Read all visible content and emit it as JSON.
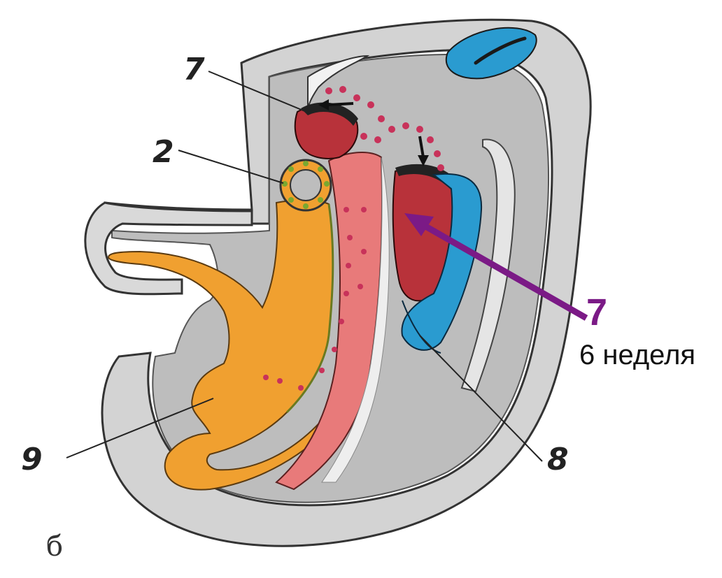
{
  "labels": {
    "top_left": "7",
    "mid_left": "2",
    "bottom_left": "9",
    "bottom_right": "8",
    "stage_letter": "б"
  },
  "highlight": {
    "number": "7",
    "caption": "6 неделя",
    "color": "#7b1a86"
  },
  "colors": {
    "wall": "#cfcfcf",
    "wall_dark": "#9a9a9a",
    "orange": "#f0a030",
    "pink": "#e87a7a",
    "red": "#b8323a",
    "blue": "#2a9bd0",
    "dots": "#c8325a"
  }
}
